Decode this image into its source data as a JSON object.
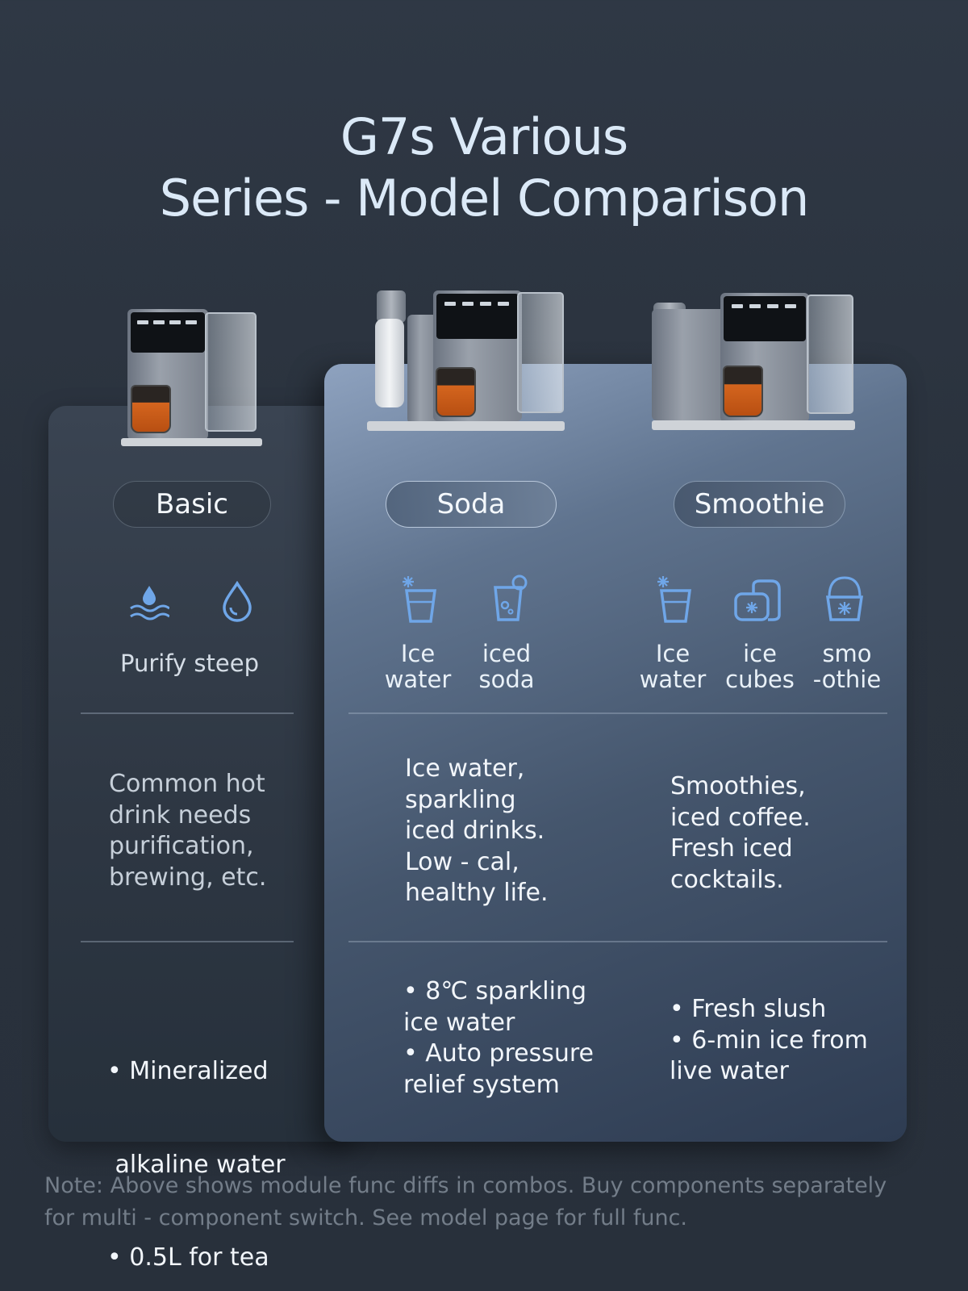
{
  "header": {
    "title_line1": "G7s Various",
    "title_line2": "Series - Model Comparison"
  },
  "models": {
    "basic": {
      "name": "Basic",
      "features": [
        {
          "icon": "water-waves-icon",
          "label": "Purify steep"
        },
        {
          "icon": "water-drop-icon",
          "label": ""
        }
      ],
      "description": [
        "Common hot",
        "drink needs",
        "purification,",
        "brewing, etc."
      ],
      "highlights": [
        "• Mineralized",
        " alkaline water",
        "• 0.5L for tea"
      ]
    },
    "soda": {
      "name": "Soda",
      "features": [
        {
          "icon": "ice-water-glass-icon",
          "label_line1": "Ice",
          "label_line2": "water"
        },
        {
          "icon": "iced-soda-glass-icon",
          "label_line1": "iced",
          "label_line2": "soda"
        }
      ],
      "description": [
        "Ice water,",
        "sparkling",
        "iced drinks.",
        "Low - cal,",
        "healthy life."
      ],
      "highlights": [
        "• 8℃ sparkling",
        "ice water",
        "• Auto pressure",
        "relief system"
      ]
    },
    "smoothie": {
      "name": "Smoothie",
      "features": [
        {
          "icon": "ice-water-glass-icon",
          "label_line1": "Ice",
          "label_line2": "water"
        },
        {
          "icon": "ice-cubes-icon",
          "label_line1": "ice",
          "label_line2": "cubes"
        },
        {
          "icon": "smoothie-cup-icon",
          "label_line1": "smo",
          "label_line2": "-othie"
        }
      ],
      "description": [
        "Smoothies,",
        "iced coffee.",
        "Fresh iced",
        "cocktails."
      ],
      "highlights": [
        "• Fresh slush",
        "• 6-min ice from",
        "live water"
      ]
    }
  },
  "footer": {
    "note_line1": "Note: Above shows module func diffs in combos. Buy components separately",
    "note_line2": "for multi - component switch. See model page for full func."
  },
  "colors": {
    "background": "#2c3440",
    "title": "#dbe9f7",
    "icon_blue": "#6fa6e8",
    "note": "#737d89"
  }
}
